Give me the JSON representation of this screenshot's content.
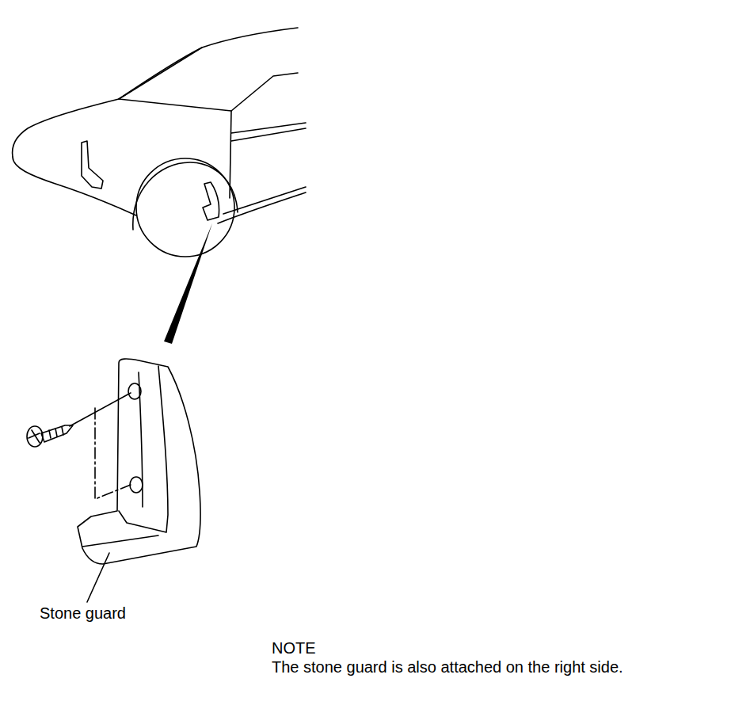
{
  "diagram": {
    "labels": [
      "Stone guard",
      "NOTE",
      "The stone guard is also attached on the right side."
    ]
  }
}
